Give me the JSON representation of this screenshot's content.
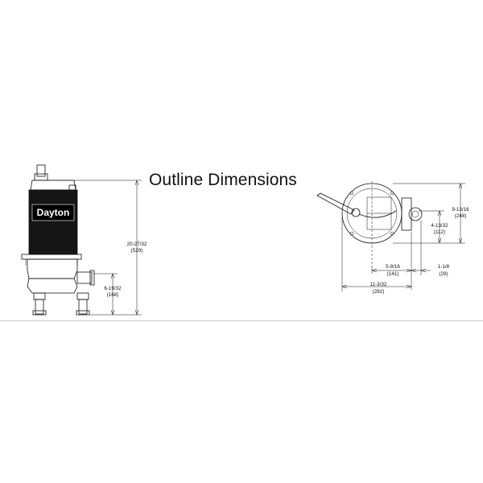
{
  "heading": "Outline Dimensions",
  "side_view": {
    "brand": "Dayton",
    "overall_height": "20-27/32",
    "overall_height_mm": "(529)",
    "base_height": "6-19/32",
    "base_height_mm": "(168)"
  },
  "top_view": {
    "depth": "9-13/16",
    "depth_mm": "(248)",
    "discharge_offset": "4-13/32",
    "discharge_offset_mm": "(112)",
    "center_to_flange": "5-9/16",
    "center_to_flange_mm": "(141)",
    "flange_width": "1-1/8",
    "flange_width_mm": "(29)",
    "overall_width": "11-3/32",
    "overall_width_mm": "(282)"
  },
  "colors": {
    "line": "#111111",
    "ground_rule": "#d8c8b4"
  }
}
